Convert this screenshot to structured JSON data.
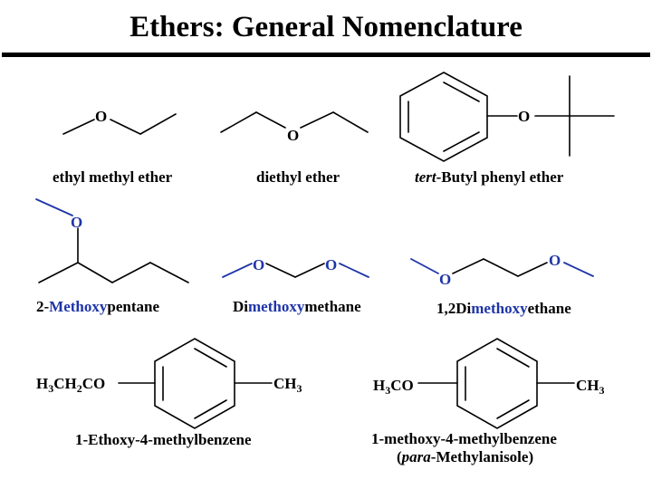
{
  "title": "Ethers: General Nomenclature",
  "colors": {
    "text": "#000000",
    "highlight": "#1f35a8"
  },
  "atoms": {
    "oxygen": "O"
  },
  "compounds": {
    "ethyl_methyl_ether": "ethyl methyl ether",
    "diethyl_ether": "diethyl ether",
    "tert_butyl_phenyl_ether": {
      "prefix": "tert",
      "rest": "-Butyl phenyl ether"
    },
    "methoxypentane": {
      "prefix": "2-",
      "highlight": "Methoxy",
      "suffix": "pentane"
    },
    "dimethoxymethane": {
      "prefix": "Di",
      "highlight": "methoxy",
      "suffix": "methane"
    },
    "dimethoxyethane": {
      "prefix": "1,2Di",
      "highlight": "methoxy",
      "suffix": "ethane"
    },
    "ethoxy_methylbenzene": {
      "name": "1-Ethoxy-4-methylbenzene",
      "left_group": {
        "a": "H",
        "b": "CH",
        "c": "CO",
        "sub1": "3",
        "sub2": "2"
      },
      "right_group": {
        "a": "CH",
        "sub": "3"
      }
    },
    "methoxy_methylbenzene": {
      "name": "1-methoxy-4-methylbenzene",
      "common_prefix": "(",
      "common_italic": "para",
      "common_rest": "-Methylanisole)",
      "left_group": {
        "a": "H",
        "sub": "3",
        "b": "CO"
      },
      "right_group": {
        "a": "CH",
        "sub": "3"
      }
    }
  }
}
